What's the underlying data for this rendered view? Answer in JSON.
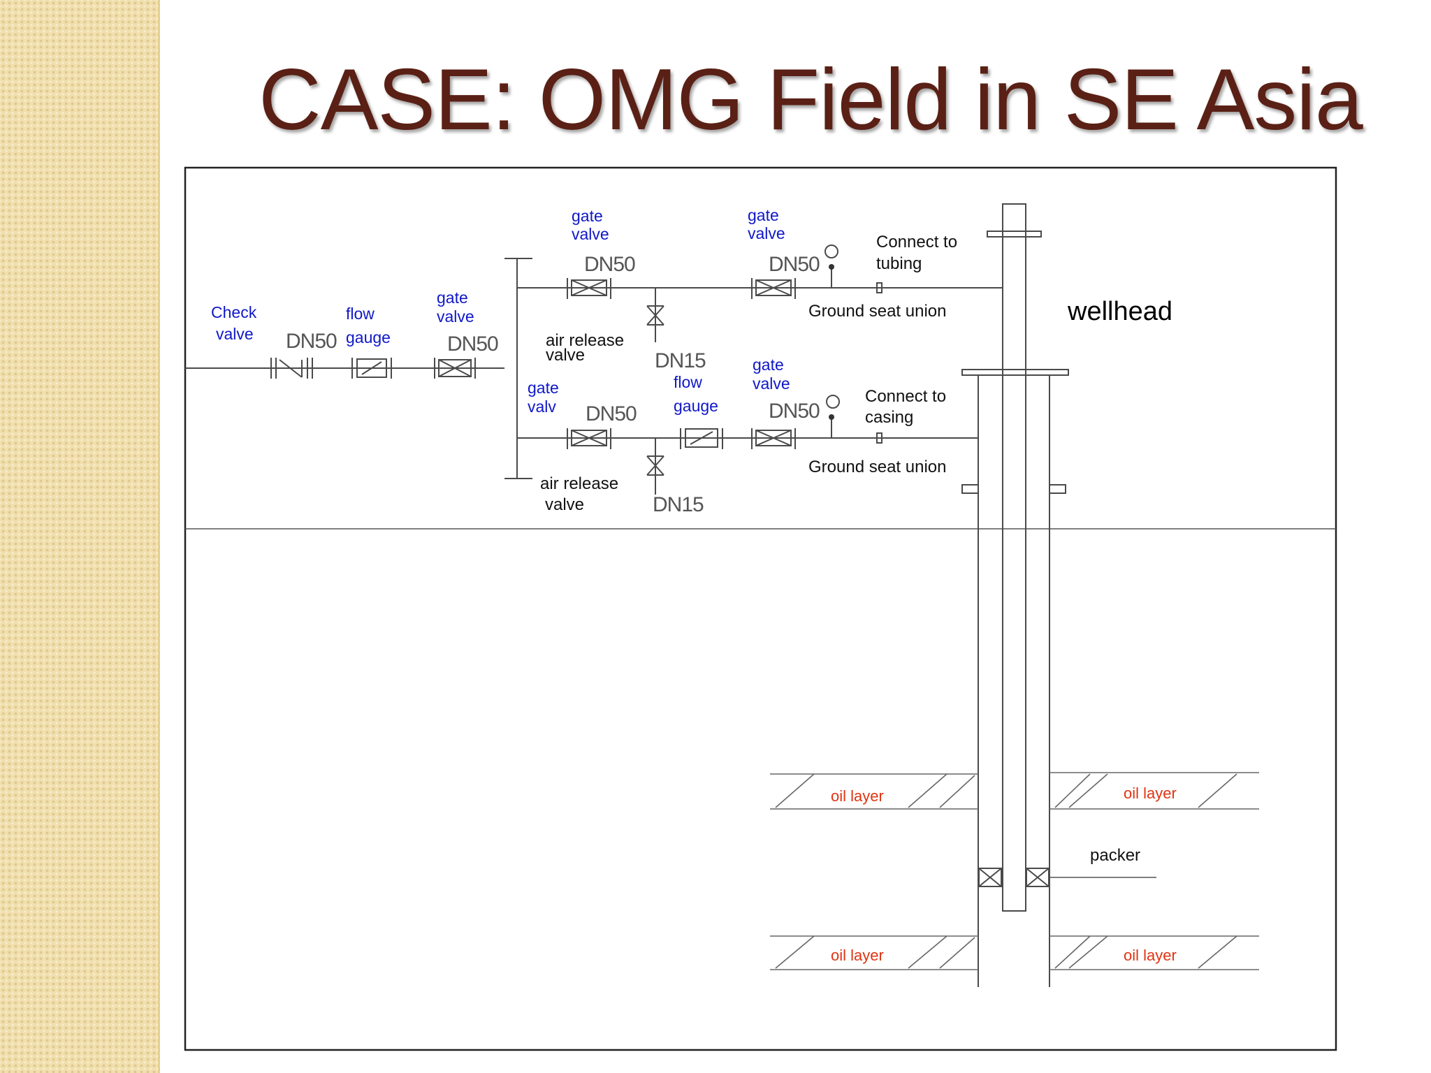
{
  "slide": {
    "title": "CASE: OMG Field in SE Asia"
  },
  "diagram": {
    "inlet_line": {
      "check_valve": [
        "Check",
        "valve"
      ],
      "check_valve_size": "DN50",
      "flow_gauge": [
        "flow",
        "gauge"
      ],
      "gate_valve": [
        "gate",
        "valve"
      ],
      "gate_valve_size": "DN50"
    },
    "tubing_branch": {
      "gate_valve_1": [
        "gate",
        "valve"
      ],
      "gate_valve_1_size": "DN50",
      "air_release_valve": [
        "air  release",
        "valve"
      ],
      "air_release_size": "DN15",
      "gate_valve_2": [
        "gate",
        "valve"
      ],
      "gate_valve_2_size": "DN50",
      "connect_to": [
        "Connect to",
        "tubing"
      ],
      "union": "Ground seat union"
    },
    "casing_branch": {
      "gate_valve_1": [
        "gate",
        "valv"
      ],
      "gate_valve_1_size": "DN50",
      "flow_gauge": [
        "flow",
        "gauge"
      ],
      "air_release_size": "DN15",
      "gate_valve_2": [
        "gate",
        "valve"
      ],
      "gate_valve_2_size": "DN50",
      "connect_to": [
        "Connect to",
        "casing"
      ],
      "union": "Ground seat union",
      "air_release_valve": [
        "air  release",
        "valve"
      ]
    },
    "wellhead": "wellhead",
    "packer": "packer",
    "oil_layers": [
      "oil layer",
      "oil layer",
      "oil layer",
      "oil layer"
    ],
    "colors": {
      "component_label": "#1018c8",
      "oil_layer_label": "#e03412",
      "title": "#5a2015",
      "side_strip": "#f1dfae"
    }
  }
}
